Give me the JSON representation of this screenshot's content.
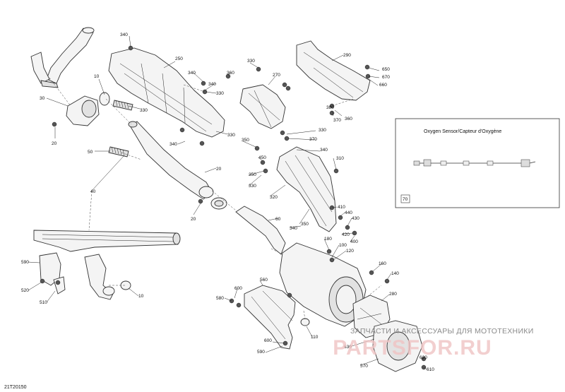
{
  "diagram_id": "21T20150",
  "inset": {
    "title": "Oxygen Sensor/Capteur d'Oxygène",
    "callout": "70"
  },
  "watermark": {
    "tagline": "ЗАПЧАСТИ И АКСЕССУАРЫ ДЛЯ МОТОТЕХНИКИ",
    "brand_left": "PARTS",
    "brand_right": "FOR.RU"
  },
  "callouts": [
    {
      "id": "c340a",
      "text": "340"
    },
    {
      "id": "c250",
      "text": "250"
    },
    {
      "id": "c10a",
      "text": "10"
    },
    {
      "id": "c30",
      "text": "30"
    },
    {
      "id": "c330a",
      "text": "330"
    },
    {
      "id": "c340b",
      "text": "340"
    },
    {
      "id": "c340c",
      "text": "340"
    },
    {
      "id": "c360a",
      "text": "360"
    },
    {
      "id": "c330b",
      "text": "330"
    },
    {
      "id": "c330c",
      "text": "330"
    },
    {
      "id": "c270",
      "text": "270"
    },
    {
      "id": "c20a",
      "text": "20"
    },
    {
      "id": "c50",
      "text": "50"
    },
    {
      "id": "c340d",
      "text": "340"
    },
    {
      "id": "c20b",
      "text": "20"
    },
    {
      "id": "c40",
      "text": "40"
    },
    {
      "id": "c20c",
      "text": "20"
    },
    {
      "id": "c330d",
      "text": "330"
    },
    {
      "id": "c290",
      "text": "290"
    },
    {
      "id": "c650",
      "text": "650"
    },
    {
      "id": "c670",
      "text": "670"
    },
    {
      "id": "c660",
      "text": "660"
    },
    {
      "id": "c380",
      "text": "380"
    },
    {
      "id": "c370a",
      "text": "370"
    },
    {
      "id": "c360b",
      "text": "360"
    },
    {
      "id": "c330e",
      "text": "330"
    },
    {
      "id": "c350a",
      "text": "350"
    },
    {
      "id": "c370b",
      "text": "370"
    },
    {
      "id": "c340e",
      "text": "340"
    },
    {
      "id": "c450",
      "text": "450"
    },
    {
      "id": "c310",
      "text": "310"
    },
    {
      "id": "c350b",
      "text": "350"
    },
    {
      "id": "c330f",
      "text": "330"
    },
    {
      "id": "c320",
      "text": "320"
    },
    {
      "id": "c60",
      "text": "60"
    },
    {
      "id": "c410",
      "text": "410"
    },
    {
      "id": "c440",
      "text": "440"
    },
    {
      "id": "c430",
      "text": "430"
    },
    {
      "id": "c350c",
      "text": "350"
    },
    {
      "id": "c340f",
      "text": "340"
    },
    {
      "id": "c420",
      "text": "420"
    },
    {
      "id": "c400",
      "text": "400"
    },
    {
      "id": "c180",
      "text": "180"
    },
    {
      "id": "c100",
      "text": "100"
    },
    {
      "id": "c120",
      "text": "120"
    },
    {
      "id": "c590a",
      "text": "590"
    },
    {
      "id": "c520",
      "text": "520"
    },
    {
      "id": "c510",
      "text": "510"
    },
    {
      "id": "c10b",
      "text": "10"
    },
    {
      "id": "c560",
      "text": "560"
    },
    {
      "id": "c600a",
      "text": "600"
    },
    {
      "id": "c580",
      "text": "580"
    },
    {
      "id": "c110",
      "text": "110"
    },
    {
      "id": "c600b",
      "text": "600"
    },
    {
      "id": "c590b",
      "text": "590"
    },
    {
      "id": "c160",
      "text": "160"
    },
    {
      "id": "c140",
      "text": "140"
    },
    {
      "id": "c280",
      "text": "280"
    },
    {
      "id": "c630",
      "text": "630"
    },
    {
      "id": "c570",
      "text": "570"
    },
    {
      "id": "c620",
      "text": "620"
    },
    {
      "id": "c610",
      "text": "610"
    }
  ]
}
